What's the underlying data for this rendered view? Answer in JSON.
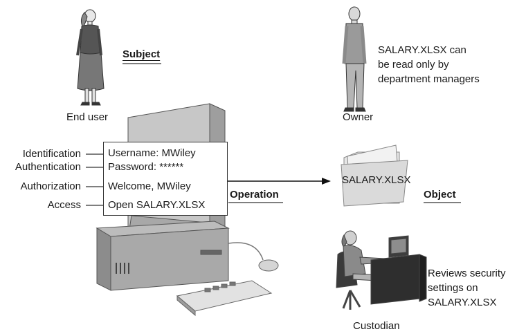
{
  "subject": {
    "heading": "Subject",
    "role": "End user"
  },
  "owner": {
    "role": "Owner",
    "note": [
      "SALARY.XLSX can",
      "be read only by",
      "department managers"
    ]
  },
  "access_steps": [
    {
      "label": "Identification",
      "screen_text": "Username: MWiley"
    },
    {
      "label": "Authentication",
      "screen_text": "Password: ******"
    },
    {
      "label": "Authorization",
      "screen_text": "Welcome, MWiley"
    },
    {
      "label": "Access",
      "screen_text": "Open SALARY.XLSX"
    }
  ],
  "operation": {
    "label": "Operation"
  },
  "object": {
    "heading": "Object",
    "file_name": "SALARY.XLSX"
  },
  "custodian": {
    "role": "Custodian",
    "note": [
      "Reviews security",
      "settings on",
      "SALARY.XLSX"
    ]
  }
}
